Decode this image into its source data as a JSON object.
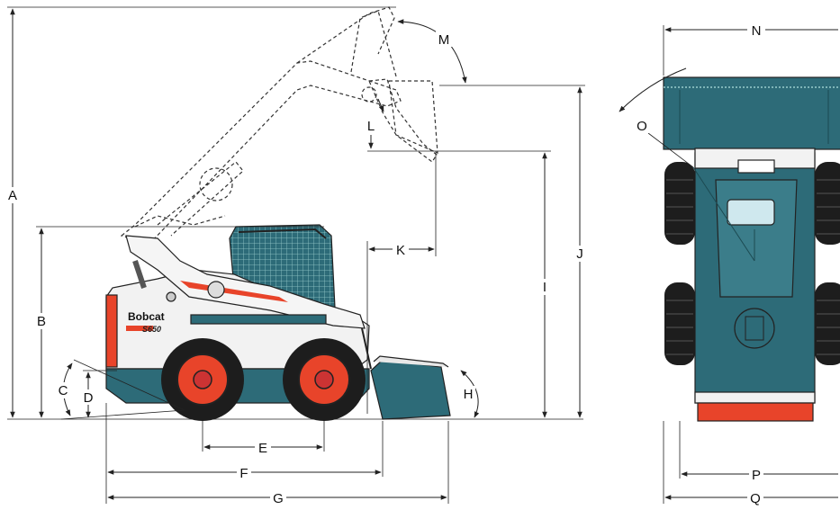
{
  "brand": {
    "name": "Bobcat",
    "model": "S650"
  },
  "colors": {
    "body_teal": "#2d6b78",
    "accent_red": "#e8442a",
    "tire": "#1d1d1d",
    "frame_white": "#f2f2f2"
  },
  "dimensions": {
    "A": "A",
    "B": "B",
    "C": "C",
    "D": "D",
    "E": "E",
    "F": "F",
    "G": "G",
    "H": "H",
    "I": "I",
    "J": "J",
    "K": "K",
    "L": "L",
    "M": "M",
    "N": "N",
    "O": "O",
    "P": "P",
    "Q": "Q"
  }
}
